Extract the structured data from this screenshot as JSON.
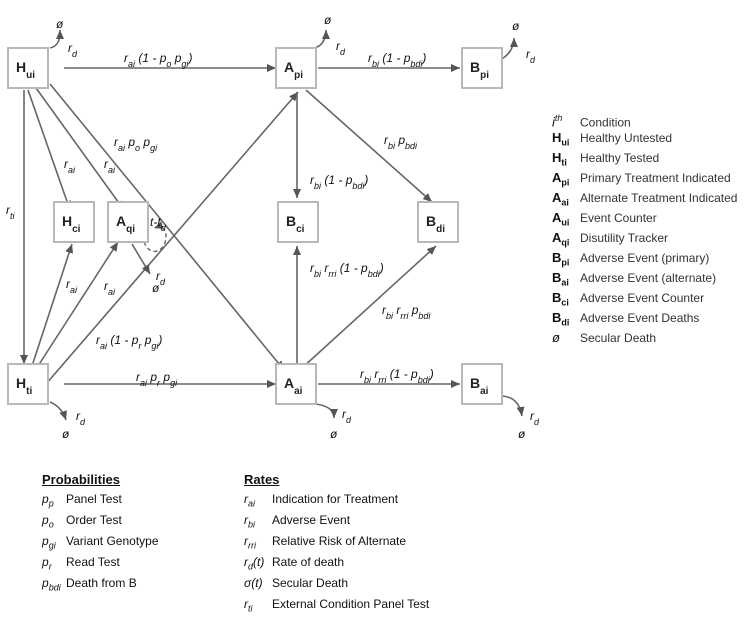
{
  "nodes": [
    {
      "id": "Hui",
      "main": "H",
      "sub": "ui"
    },
    {
      "id": "Api",
      "main": "A",
      "sub": "pi"
    },
    {
      "id": "Bpi",
      "main": "B",
      "sub": "pi"
    },
    {
      "id": "Hci",
      "main": "H",
      "sub": "ci"
    },
    {
      "id": "Aqi",
      "main": "A",
      "sub": "qi"
    },
    {
      "id": "Bci",
      "main": "B",
      "sub": "ci"
    },
    {
      "id": "Bdi",
      "main": "B",
      "sub": "di"
    },
    {
      "id": "Hti",
      "main": "H",
      "sub": "ti"
    },
    {
      "id": "Aai",
      "main": "A",
      "sub": "ai"
    },
    {
      "id": "Bai",
      "main": "B",
      "sub": "ai"
    }
  ],
  "edges": {
    "hui_api": "r_ai (1 - p_o p_gi)",
    "hui_aai": "r_ai p_o p_gi",
    "hui_hci": "r_ai",
    "hui_aqi": "r_ai",
    "hui_hti": "r_ti",
    "hti_hci": "r_ai",
    "hti_aqi": "r_ai",
    "hti_api": "r_ai (1 - p_r p_gi)",
    "hti_aai": "r_ai p_r p_gi",
    "api_bpi": "r_bi (1 - p_bdi)",
    "api_bdi": "r_bi p_bdi",
    "api_bci": "r_bi (1 - p_bdi)",
    "aai_bci": "r_bi r_rri (1 - p_bdi)",
    "aai_bdi": "r_bi r_rri p_bdi",
    "aai_bai": "r_bi r_rri (1 - p_bdi)",
    "aqi_self": "t-t_d",
    "death_rate": "r_d",
    "empty_set": "ø"
  },
  "legend": [
    {
      "sym": "i",
      "sup": "th",
      "desc": "Condition"
    },
    {
      "sym": "H",
      "sub": "ui",
      "desc": "Healthy Untested"
    },
    {
      "sym": "H",
      "sub": "ti",
      "desc": "Healthy Tested"
    },
    {
      "sym": "A",
      "sub": "pi",
      "desc": "Primary Treatment Indicated"
    },
    {
      "sym": "A",
      "sub": "ai",
      "desc": "Alternate Treatment Indicated"
    },
    {
      "sym": "A",
      "sub": "ui",
      "desc": "Event Counter"
    },
    {
      "sym": "A",
      "sub": "qi",
      "desc": "Disutility Tracker"
    },
    {
      "sym": "B",
      "sub": "pi",
      "desc": "Adverse Event (primary)"
    },
    {
      "sym": "B",
      "sub": "ai",
      "desc": "Adverse Event (alternate)"
    },
    {
      "sym": "B",
      "sub": "ci",
      "desc": "Adverse Event Counter"
    },
    {
      "sym": "B",
      "sub": "di",
      "desc": "Adverse Event Deaths"
    },
    {
      "sym": "ø",
      "desc": "Secular Death"
    }
  ],
  "probabilities": {
    "title": "Probabilities",
    "items": [
      {
        "sym": "p",
        "sub": "p",
        "desc": "Panel Test"
      },
      {
        "sym": "p",
        "sub": "o",
        "desc": "Order Test"
      },
      {
        "sym": "p",
        "sub": "gi",
        "desc": "Variant Genotype"
      },
      {
        "sym": "p",
        "sub": "r",
        "desc": "Read Test"
      },
      {
        "sym": "p",
        "sub": "bdi",
        "desc": "Death from B"
      }
    ]
  },
  "rates": {
    "title": "Rates",
    "items": [
      {
        "sym": "r",
        "sub": "ai",
        "desc": "Indication for Treatment"
      },
      {
        "sym": "r",
        "sub": "bi",
        "desc": "Adverse Event"
      },
      {
        "sym": "r",
        "sub": "rri",
        "desc": "Relative Risk of Alternate"
      },
      {
        "sym": "r",
        "sub": "d",
        "after": "(t)",
        "desc": "Rate of death"
      },
      {
        "sym": "σ(t)",
        "desc": "Secular Death"
      },
      {
        "sym": "r",
        "sub": "ti",
        "desc": "External Condition Panel Test"
      }
    ]
  }
}
